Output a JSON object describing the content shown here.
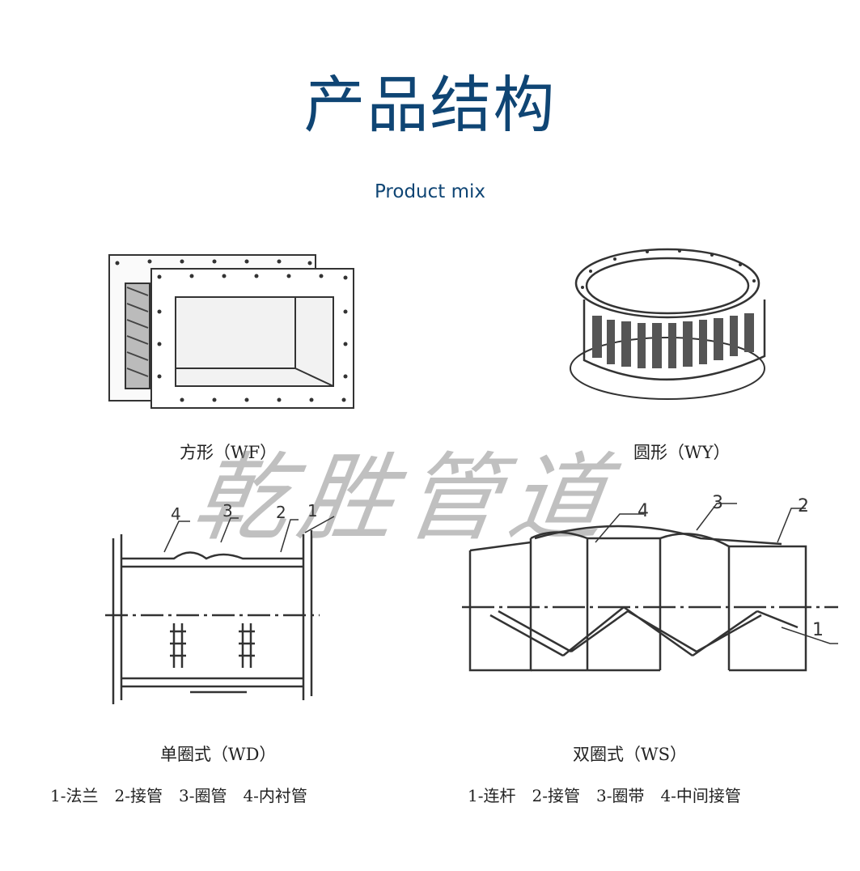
{
  "header": {
    "title": "产品结构",
    "subtitle": "Product mix"
  },
  "figures": {
    "square": {
      "caption": "方形（WF）"
    },
    "round": {
      "caption": "圆形（WY）"
    },
    "single": {
      "caption": "单圈式（WD）",
      "legend": "1-法兰　2-接管　3-圈管　4-内衬管",
      "callouts": [
        "1",
        "2",
        "3",
        "4"
      ]
    },
    "double": {
      "caption": "双圈式（WS）",
      "legend": "1-连杆　2-接管　3-圈带　4-中间接管",
      "callouts": [
        "1",
        "2",
        "3",
        "4"
      ]
    }
  },
  "watermark": "乾胜管道"
}
